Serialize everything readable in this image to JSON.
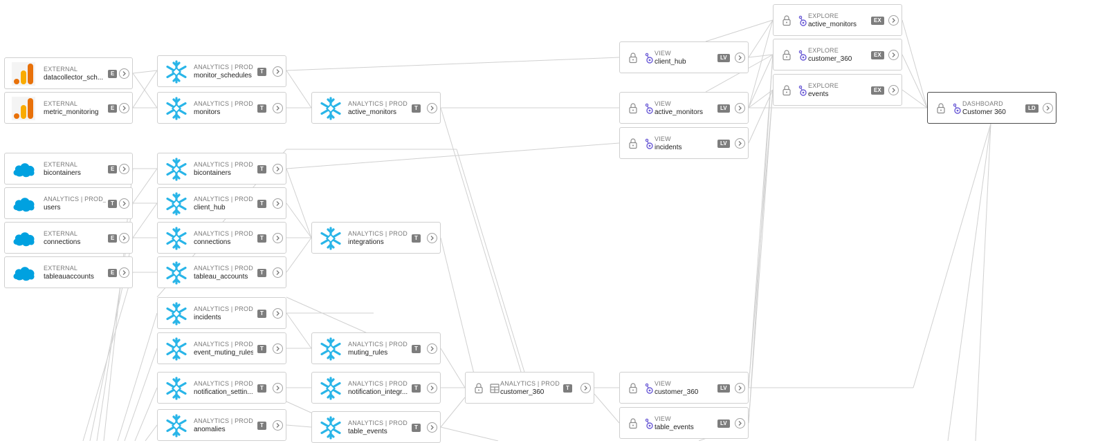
{
  "icons": {
    "external": "google-analytics-icon",
    "salesforce": "salesforce-cloud-icon",
    "snowflake": "snowflake-icon",
    "lock": "lock-icon",
    "looker": "looker-icon",
    "table": "table-icon",
    "expand": "chevron-right-icon"
  },
  "colors": {
    "snowflake": "#29b5e8",
    "salesforce": "#00a1e0",
    "analytics_orange": "#e8710a",
    "analytics_yellow": "#f9ab00",
    "looker_purple": "#6b5bd6",
    "badge_bg": "#7d7d7d",
    "edge": "#d0d0d0",
    "selected_border": "#4a4a4a"
  },
  "selected_node": "Customer 360",
  "nodes": [
    {
      "id": "n1",
      "icon": "external",
      "label": "EXTERNAL",
      "name": "datacollector_sch...",
      "badge": "E"
    },
    {
      "id": "n2",
      "icon": "external",
      "label": "EXTERNAL",
      "name": "metric_monitoring",
      "badge": "E"
    },
    {
      "id": "n3",
      "icon": "salesforce",
      "label": "EXTERNAL",
      "name": "bicontainers",
      "badge": "E"
    },
    {
      "id": "n4",
      "icon": "salesforce",
      "label": "ANALYTICS | PROD_...",
      "name": "users",
      "badge": "T"
    },
    {
      "id": "n5",
      "icon": "salesforce",
      "label": "EXTERNAL",
      "name": "connections",
      "badge": "E"
    },
    {
      "id": "n6",
      "icon": "salesforce",
      "label": "EXTERNAL",
      "name": "tableauaccounts",
      "badge": "E"
    },
    {
      "id": "n7",
      "icon": "snowflake",
      "label": "ANALYTICS | PROD_...",
      "name": "monitor_schedules",
      "badge": "T"
    },
    {
      "id": "n8",
      "icon": "snowflake",
      "label": "ANALYTICS | PROD_...",
      "name": "monitors",
      "badge": "T"
    },
    {
      "id": "n9",
      "icon": "snowflake",
      "label": "ANALYTICS | PROD_...",
      "name": "bicontainers",
      "badge": "T"
    },
    {
      "id": "n10",
      "icon": "snowflake",
      "label": "ANALYTICS | PROD",
      "name": "client_hub",
      "badge": "T"
    },
    {
      "id": "n11",
      "icon": "snowflake",
      "label": "ANALYTICS | PROD_...",
      "name": "connections",
      "badge": "T"
    },
    {
      "id": "n12",
      "icon": "snowflake",
      "label": "ANALYTICS | PROD_...",
      "name": "tableau_accounts",
      "badge": "T"
    },
    {
      "id": "n13",
      "icon": "snowflake",
      "label": "ANALYTICS | PROD_...",
      "name": "incidents",
      "badge": "T"
    },
    {
      "id": "n14",
      "icon": "snowflake",
      "label": "ANALYTICS | PROD_...",
      "name": "event_muting_rules",
      "badge": "T"
    },
    {
      "id": "n15",
      "icon": "snowflake",
      "label": "ANALYTICS | PROD_...",
      "name": "notification_settin...",
      "badge": "T"
    },
    {
      "id": "n16",
      "icon": "snowflake",
      "label": "ANALYTICS | PROD_...",
      "name": "anomalies",
      "badge": "T"
    },
    {
      "id": "n17",
      "icon": "snowflake",
      "label": "ANALYTICS | PROD",
      "name": "active_monitors",
      "badge": "T"
    },
    {
      "id": "n18",
      "icon": "snowflake",
      "label": "ANALYTICS | PROD",
      "name": "integrations",
      "badge": "T"
    },
    {
      "id": "n19",
      "icon": "snowflake",
      "label": "ANALYTICS | PROD",
      "name": "muting_rules",
      "badge": "T"
    },
    {
      "id": "n20",
      "icon": "snowflake",
      "label": "ANALYTICS | PROD",
      "name": "notification_integr...",
      "badge": "T"
    },
    {
      "id": "n21",
      "icon": "snowflake",
      "label": "ANALYTICS | PROD",
      "name": "table_events",
      "badge": "T"
    },
    {
      "id": "n22",
      "icon": "lock-table",
      "label": "ANALYTICS | PROD",
      "name": "customer_360",
      "badge": "T"
    },
    {
      "id": "n23",
      "icon": "lock-looker",
      "label": "VIEW",
      "name": "client_hub",
      "badge": "LV"
    },
    {
      "id": "n24",
      "icon": "lock-looker",
      "label": "VIEW",
      "name": "active_monitors",
      "badge": "LV"
    },
    {
      "id": "n25",
      "icon": "lock-looker",
      "label": "VIEW",
      "name": "incidents",
      "badge": "LV"
    },
    {
      "id": "n26",
      "icon": "lock-looker",
      "label": "VIEW",
      "name": "customer_360",
      "badge": "LV"
    },
    {
      "id": "n27",
      "icon": "lock-looker",
      "label": "VIEW",
      "name": "table_events",
      "badge": "LV"
    },
    {
      "id": "n28",
      "icon": "lock-looker",
      "label": "EXPLORE",
      "name": "active_monitors",
      "badge": "EX"
    },
    {
      "id": "n29",
      "icon": "lock-looker",
      "label": "EXPLORE",
      "name": "customer_360",
      "badge": "EX"
    },
    {
      "id": "n30",
      "icon": "lock-looker",
      "label": "EXPLORE",
      "name": "events",
      "badge": "EX"
    },
    {
      "id": "n31",
      "icon": "lock-looker",
      "label": "DASHBOARD",
      "name": "Customer 360",
      "badge": "LD"
    }
  ]
}
